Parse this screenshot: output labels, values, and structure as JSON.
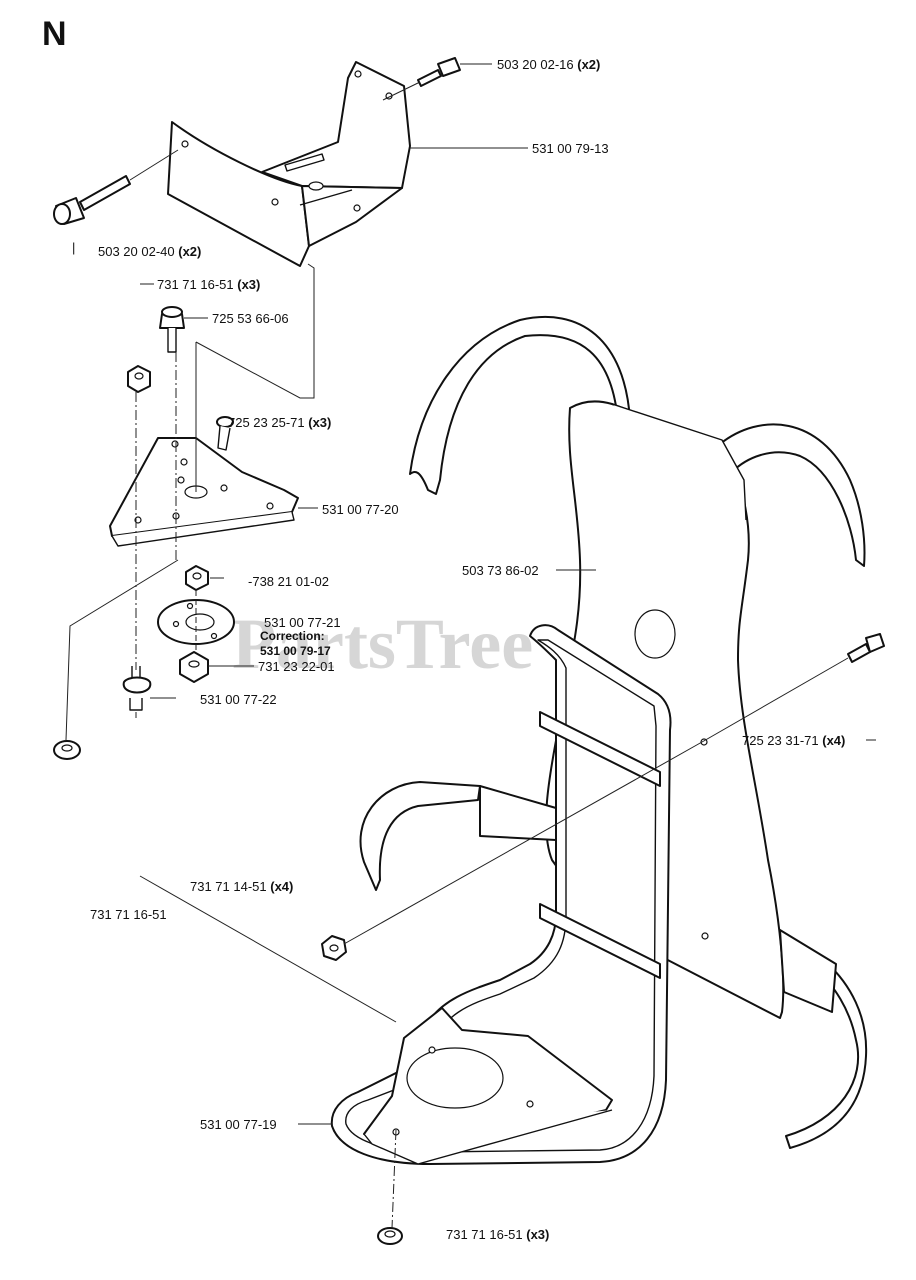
{
  "diagram": {
    "section_letter": "N",
    "watermark": "PartsTree",
    "watermark_tm": "™",
    "correction_label": "Correction:",
    "correction_part": "531 00 79-17",
    "tick_mark": "|",
    "labels": [
      {
        "part": "503 20 02-16",
        "qty": "(x2)"
      },
      {
        "part": "531 00 79-13",
        "qty": ""
      },
      {
        "part": "503 20 02-40",
        "qty": "(x2)"
      },
      {
        "part": "731 71 16-51",
        "qty": "(x3)"
      },
      {
        "part": "725 53 66-06",
        "qty": ""
      },
      {
        "part": "725 23 25-71",
        "qty": "(x3)"
      },
      {
        "part": "531 00 77-20",
        "qty": ""
      },
      {
        "part": "738 21 01-02",
        "qty": ""
      },
      {
        "part": "531 00 77-21",
        "qty": ""
      },
      {
        "part": "731 23 22-01",
        "qty": ""
      },
      {
        "part": "531 00 77-22",
        "qty": ""
      },
      {
        "part": "503 73 86-02",
        "qty": ""
      },
      {
        "part": "725 23 31-71",
        "qty": "(x4)"
      },
      {
        "part": "731 71 14-51",
        "qty": "(x4)"
      },
      {
        "part": "731 71 16-51",
        "qty": ""
      },
      {
        "part": "531 00 77-19",
        "qty": ""
      },
      {
        "part": "731 71 16-51",
        "qty": "(x3)"
      }
    ]
  }
}
